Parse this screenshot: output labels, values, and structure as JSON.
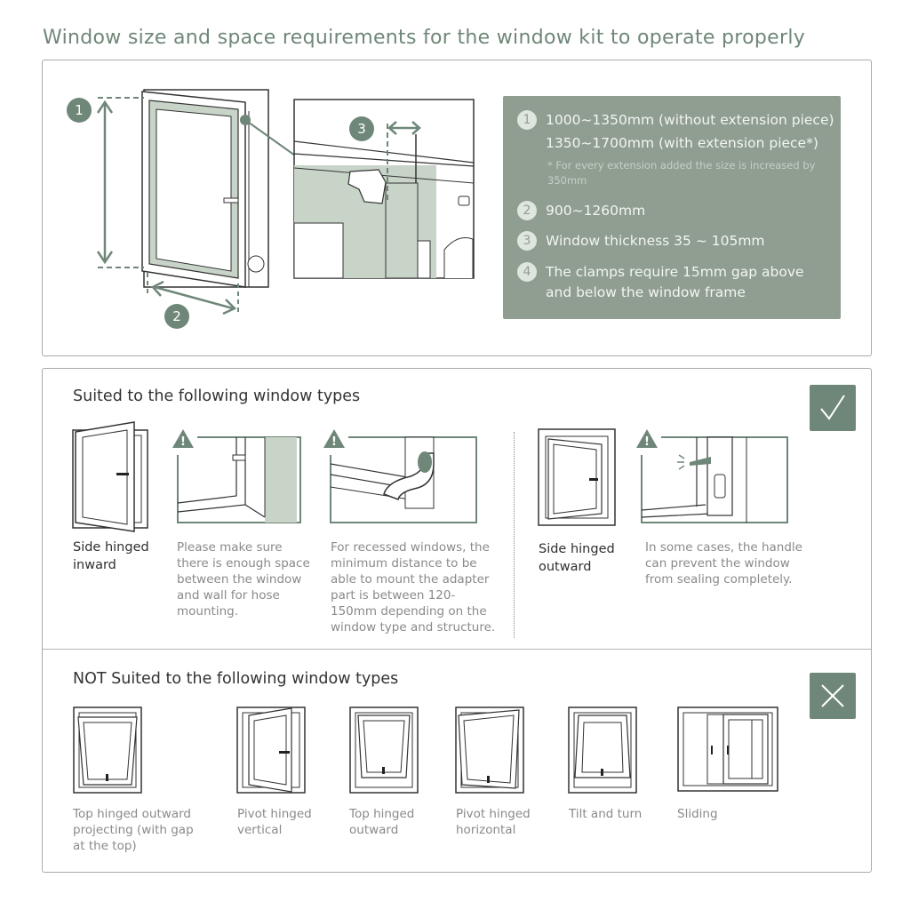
{
  "title": "Window size and space requirements for the window kit to operate properly",
  "diagram_markers": {
    "m1": "1",
    "m2": "2",
    "m3": "3"
  },
  "requirements": [
    {
      "num": "1",
      "line1": "1000~1350mm (without extension piece)",
      "line2": "1350~1700mm (with extension piece*)",
      "note": "* For every extension added the size is increased by 350mm"
    },
    {
      "num": "2",
      "line1": "900~1260mm"
    },
    {
      "num": "3",
      "line1": "Window thickness 35 ~ 105mm"
    },
    {
      "num": "4",
      "line1": "The clamps require 15mm gap above",
      "line2": "and below the window frame"
    }
  ],
  "suited": {
    "heading": "Suited to the following window types",
    "badge_icon": "check-icon",
    "items": [
      {
        "label": "Side hinged inward"
      },
      {
        "note": "Please make sure there is enough space between the window and wall for hose mounting."
      },
      {
        "note": "For recessed windows, the minimum distance to be able to mount the adapter part is between 120-150mm depending on the window type and structure."
      },
      {
        "label": "Side hinged outward"
      },
      {
        "note": "In some cases, the handle can prevent the window from sealing completely."
      }
    ]
  },
  "not_suited": {
    "heading": "NOT Suited to the following window types",
    "badge_icon": "cross-icon",
    "items": [
      {
        "label": "Top hinged outward projecting (with gap at the top)"
      },
      {
        "label": "Pivot hinged vertical"
      },
      {
        "label": "Top hinged outward"
      },
      {
        "label": "Pivot hinged horizontal"
      },
      {
        "label": "Tilt and turn"
      },
      {
        "label": "Sliding"
      }
    ]
  },
  "colors": {
    "accent": "#6f8778",
    "info_bg": "#8f9e91",
    "glass": "#c9d4c9"
  }
}
